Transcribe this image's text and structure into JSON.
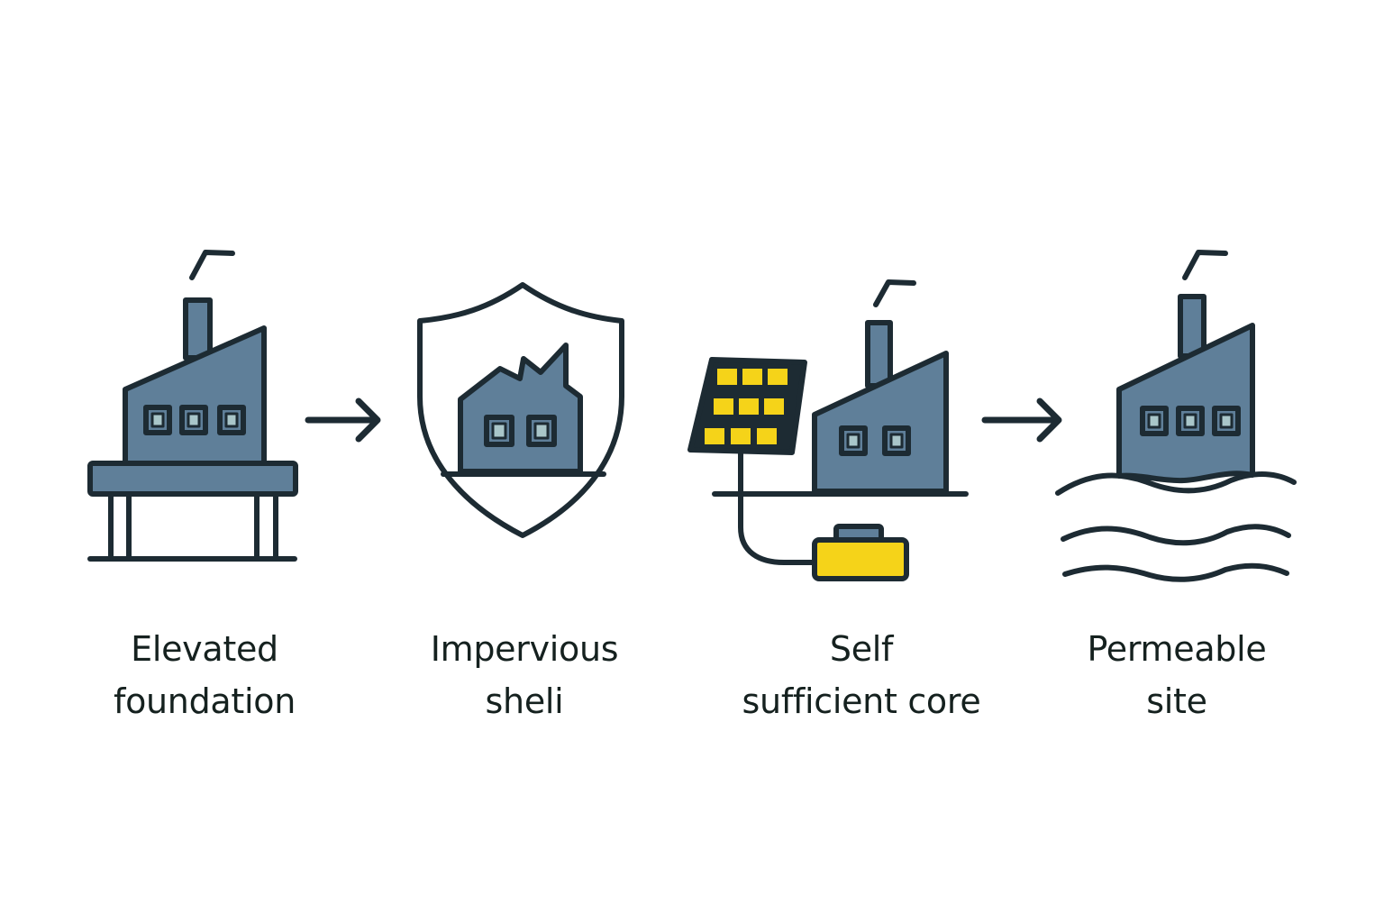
{
  "colors": {
    "stroke": "#1d2b33",
    "building_fill": "#5f7f99",
    "window_fill": "#a9c6c9",
    "solar_fill": "#f5d319",
    "background": "#ffffff"
  },
  "steps": [
    {
      "icon": "elevated-factory-icon",
      "label_line1": "Elevated",
      "label_line2": "foundation"
    },
    {
      "icon": "shielded-factory-icon",
      "label_line1": "Impervious",
      "label_line2": "sheli"
    },
    {
      "icon": "solar-powered-factory-icon",
      "label_line1": "Self",
      "label_line2": "sufficient core"
    },
    {
      "icon": "flooded-factory-icon",
      "label_line1": "Permeable",
      "label_line2": "site"
    }
  ],
  "connectors": [
    "arrow-icon",
    "arrow-icon"
  ]
}
